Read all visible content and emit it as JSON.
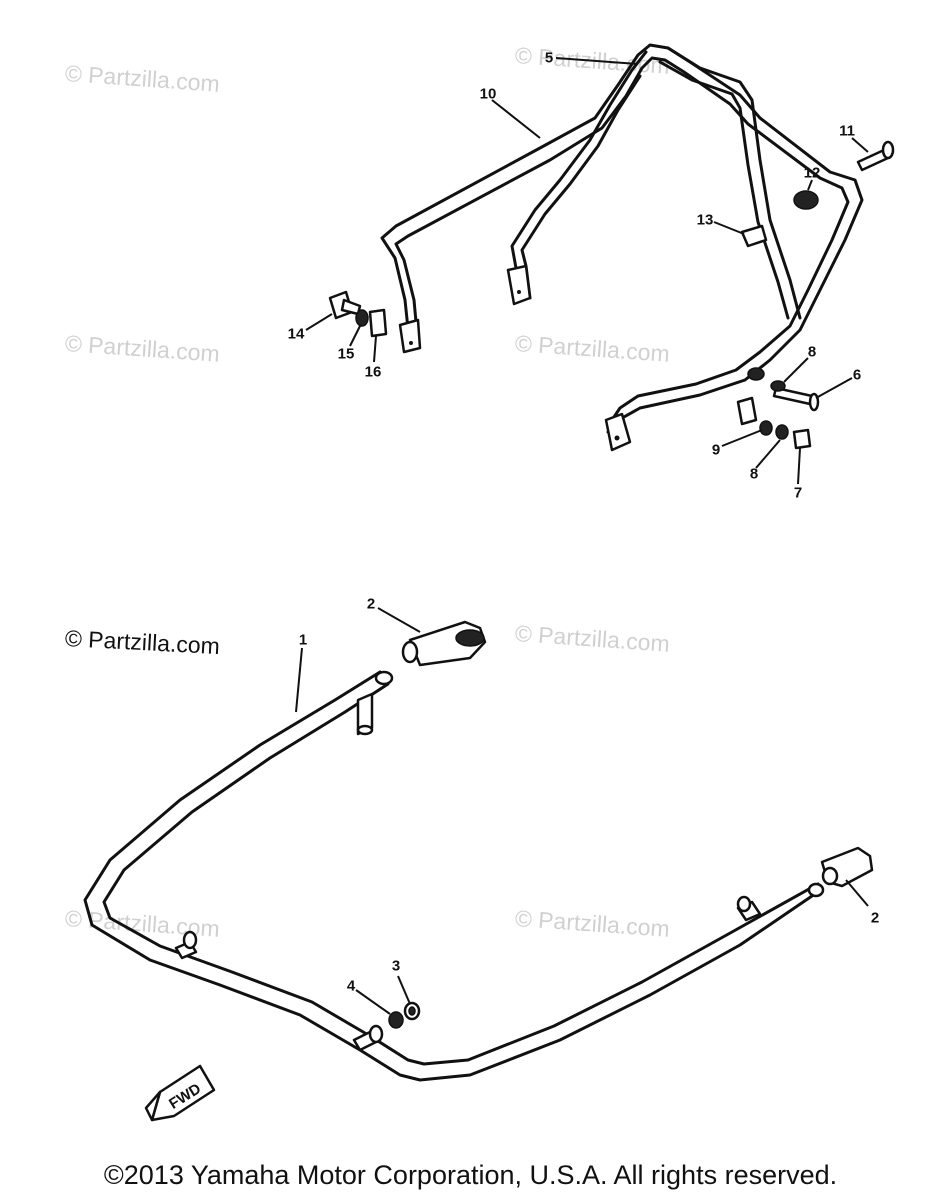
{
  "diagram": {
    "callouts": {
      "c1": "1",
      "c2a": "2",
      "c2b": "2",
      "c3": "3",
      "c4": "4",
      "c5": "5",
      "c6": "6",
      "c7": "7",
      "c8a": "8",
      "c8b": "8",
      "c9": "9",
      "c10": "10",
      "c11": "11",
      "c12": "12",
      "c13": "13",
      "c14": "14",
      "c15": "15",
      "c16": "16"
    },
    "fwd_label": "FWD"
  },
  "watermarks": {
    "w1": "© Partzilla.com",
    "w2": "© Partzilla.com",
    "w3": "© Partzilla.com",
    "w4": "© Partzilla.com",
    "w5": "© Partzilla.com",
    "w6": "© Partzilla.com",
    "w7": "© Partzilla.com",
    "w8": "© Partzilla.com"
  },
  "footer": {
    "copyright": "©2013  Yamaha Motor Corporation, U.S.A. All rights reserved."
  }
}
